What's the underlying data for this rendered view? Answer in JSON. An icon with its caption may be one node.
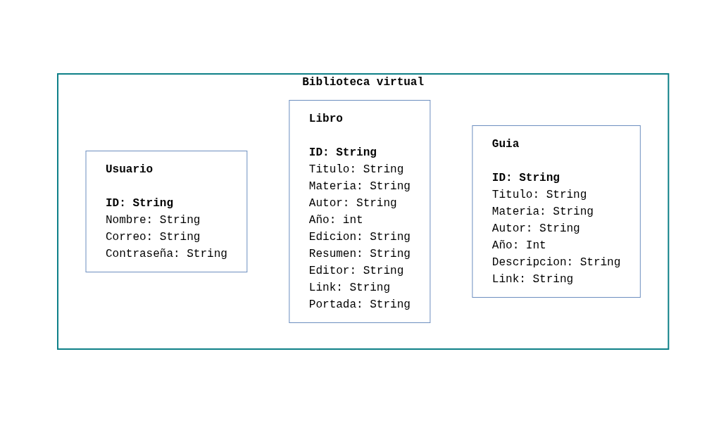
{
  "diagram": {
    "nodes": [
      {
        "text": [
          "Biblioteca virtual"
        ]
      },
      {
        "text": [
          "Usuario",
          "ID: String",
          "Nombre: String",
          "Correo: String",
          "Contraseña: String"
        ],
        "in": 0
      },
      {
        "text": [
          "Libro",
          "ID: String",
          "Titulo: String",
          "Materia: String",
          "Autor: String",
          "Año: int",
          "Edicion: String",
          "Resumen: String",
          "Editor: String",
          "Link: String",
          "Portada: String"
        ],
        "in": 0
      },
      {
        "text": [
          "Guia",
          "ID: String",
          "Titulo: String",
          "Materia: String",
          "Autor: String",
          "Año: Int",
          "Descripcion: String",
          "Link: String"
        ],
        "in": 0
      }
    ]
  }
}
